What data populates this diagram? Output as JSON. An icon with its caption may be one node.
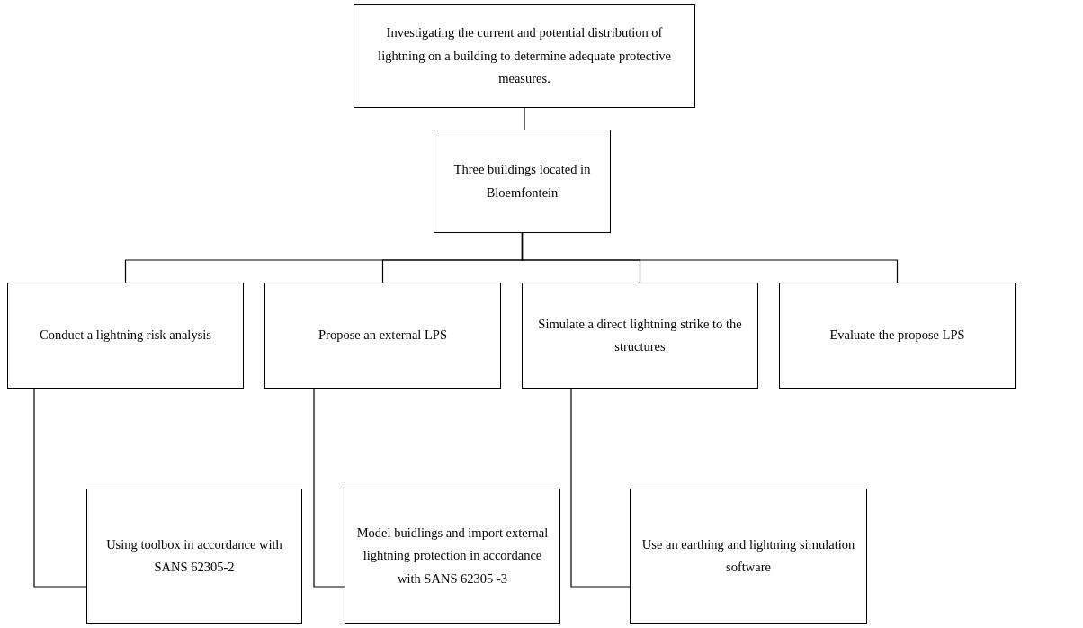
{
  "diagram": {
    "nodes": [
      {
        "text": [
          "Investigating the current and potential distribution of lightning on a building to determine adequate protective measures."
        ]
      },
      {
        "text": [
          "Three buildings located in Bloemfontein"
        ]
      },
      {
        "text": [
          "Conduct a lightning risk analysis"
        ]
      },
      {
        "text": [
          "Propose an external LPS"
        ]
      },
      {
        "text": [
          "Simulate a direct lightning strike to the structures"
        ]
      },
      {
        "text": [
          "Evaluate the propose LPS"
        ]
      },
      {
        "text": [
          "Using toolbox in accordance with SANS 62305-2"
        ]
      },
      {
        "text": [
          "Model buidlings and import external lightning protection in accordance with SANS 62305 -3"
        ]
      },
      {
        "text": [
          "Use an earthing and lightning simulation software"
        ]
      }
    ],
    "edges": [
      {
        "from": 0,
        "to": 1,
        "arrow": "none"
      },
      {
        "from": 1,
        "to": 2,
        "arrow": "none"
      },
      {
        "from": 1,
        "to": 3,
        "arrow": "none"
      },
      {
        "from": 1,
        "to": 4,
        "arrow": "none"
      },
      {
        "from": 1,
        "to": 5,
        "arrow": "none"
      },
      {
        "from": 2,
        "to": 6,
        "arrow": "none"
      },
      {
        "from": 3,
        "to": 7,
        "arrow": "none"
      },
      {
        "from": 4,
        "to": 8,
        "arrow": "none"
      }
    ]
  }
}
